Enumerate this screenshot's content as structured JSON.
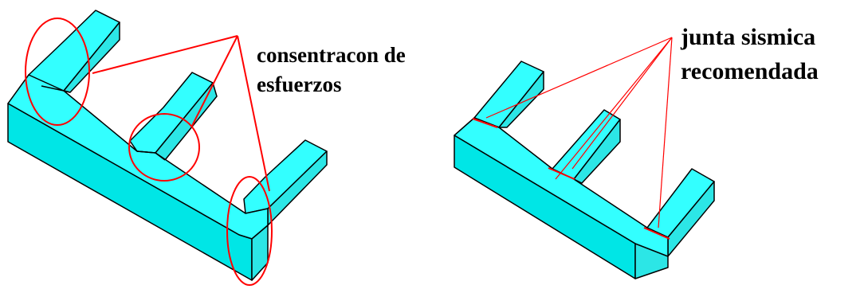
{
  "colors": {
    "top_face": "#33ffff",
    "front_face": "#00e6e6",
    "side_face": "#2ce6e6",
    "outline": "#000000",
    "annotation": "#ff0000",
    "background": "#ffffff"
  },
  "left_diagram": {
    "label_line1": "consentracon de",
    "label_line2": "esfuerzos"
  },
  "right_diagram": {
    "label_line1": "junta sismica",
    "label_line2": "recomendada"
  }
}
